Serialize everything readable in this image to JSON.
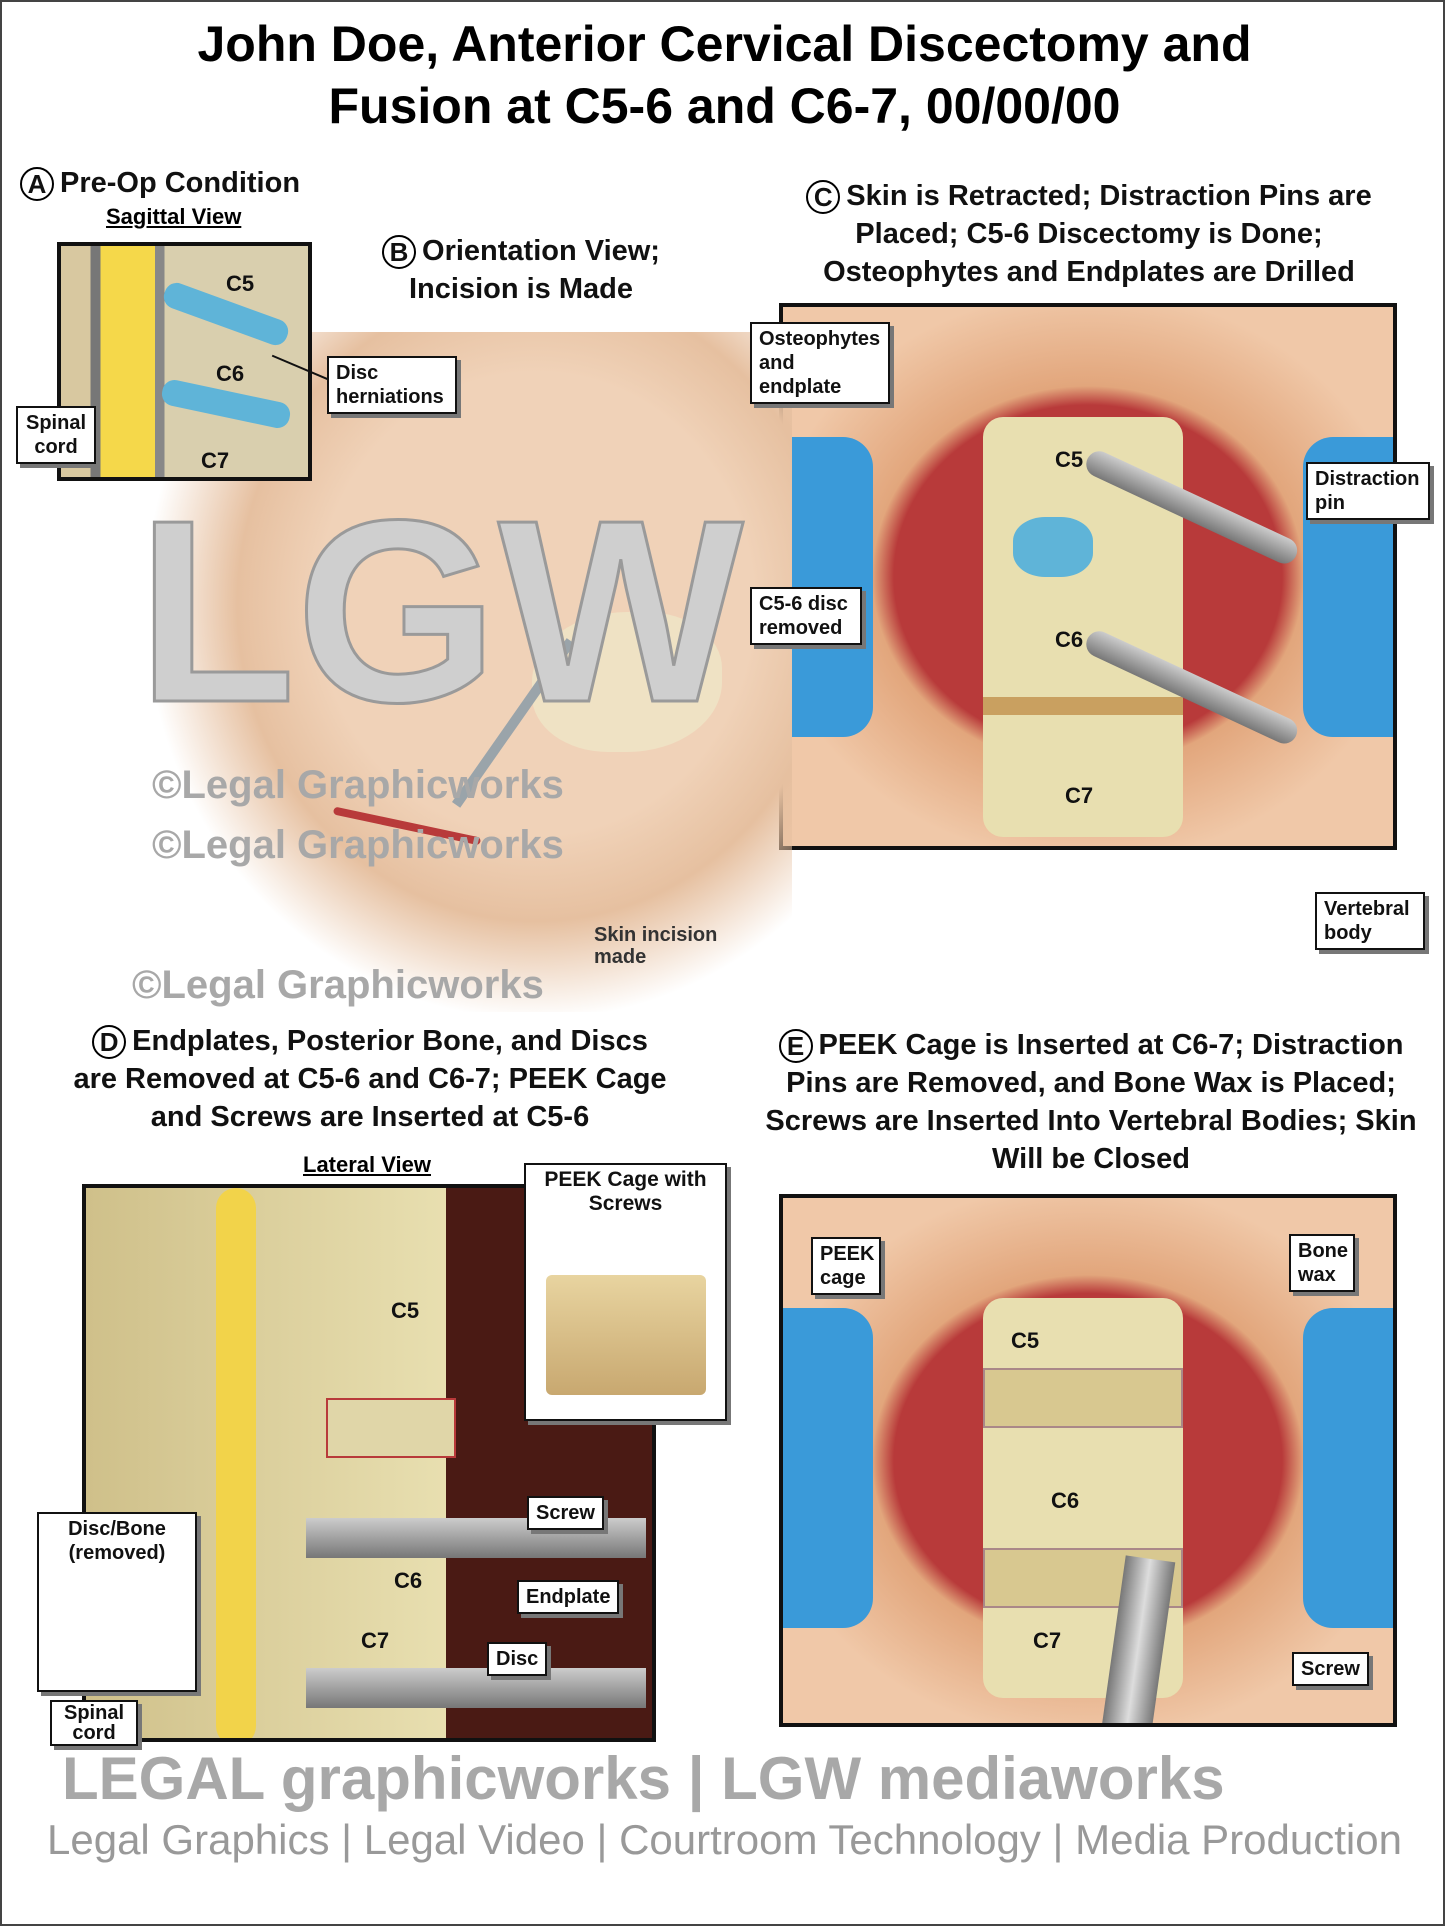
{
  "title": {
    "line1": "John Doe, Anterior Cervical Discectomy and",
    "line2": "Fusion at C5-6 and C6-7, 00/00/00"
  },
  "panels": {
    "a": {
      "letter": "A",
      "heading": "Pre-Op Condition",
      "subheading": "Sagittal View",
      "labels": {
        "c5": "C5",
        "c6": "C6",
        "c7": "C7",
        "spinal_cord": "Spinal cord",
        "disc_herniations": "Disc herniations"
      }
    },
    "b": {
      "letter": "B",
      "heading": "Orientation View; Incision is Made",
      "labels": {
        "skin_incision": "Skin incision made"
      }
    },
    "c": {
      "letter": "C",
      "heading": "Skin is Retracted; Distraction Pins are Placed; C5-6 Discectomy is Done; Osteophytes and Endplates are Drilled",
      "labels": {
        "osteophytes": "Osteophytes and endplate",
        "distraction_pin": "Distraction pin",
        "disc_removed": "C5-6 disc removed",
        "vertebral_body": "Vertebral body",
        "c5": "C5",
        "c6": "C6",
        "c7": "C7"
      }
    },
    "d": {
      "letter": "D",
      "heading": "Endplates, Posterior Bone, and Discs are Removed at C5-6 and C6-7; PEEK Cage and Screws are Inserted at C5-6",
      "subheading": "Lateral View",
      "labels": {
        "peek_cage_screws": "PEEK Cage with Screws",
        "screw": "Screw",
        "endplate": "Endplate",
        "disc": "Disc",
        "disc_bone_removed": "Disc/Bone (removed)",
        "spinal_cord": "Spinal cord",
        "c5": "C5",
        "c6": "C6",
        "c7": "C7"
      }
    },
    "e": {
      "letter": "E",
      "heading": "PEEK Cage is Inserted at C6-7; Distraction Pins are Removed, and Bone Wax is Placed; Screws are Inserted Into Vertebral Bodies; Skin Will be Closed",
      "labels": {
        "peek_cage": "PEEK cage",
        "bone_wax": "Bone wax",
        "screw": "Screw",
        "c5": "C5",
        "c6": "C6",
        "c7": "C7"
      }
    }
  },
  "watermark": {
    "text": "©Legal Graphicworks",
    "logo": "LGW",
    "footer_brands": "LEGAL graphicworks | LGW mediaworks",
    "footer_services": "Legal Graphics | Legal Video | Courtroom Technology | Media Production"
  },
  "colors": {
    "tissue": "#b83a3a",
    "bone": "#e8dfb0",
    "retractor": "#3a9ad9",
    "disc": "#5fb4d8",
    "cord": "#f2d34a"
  }
}
